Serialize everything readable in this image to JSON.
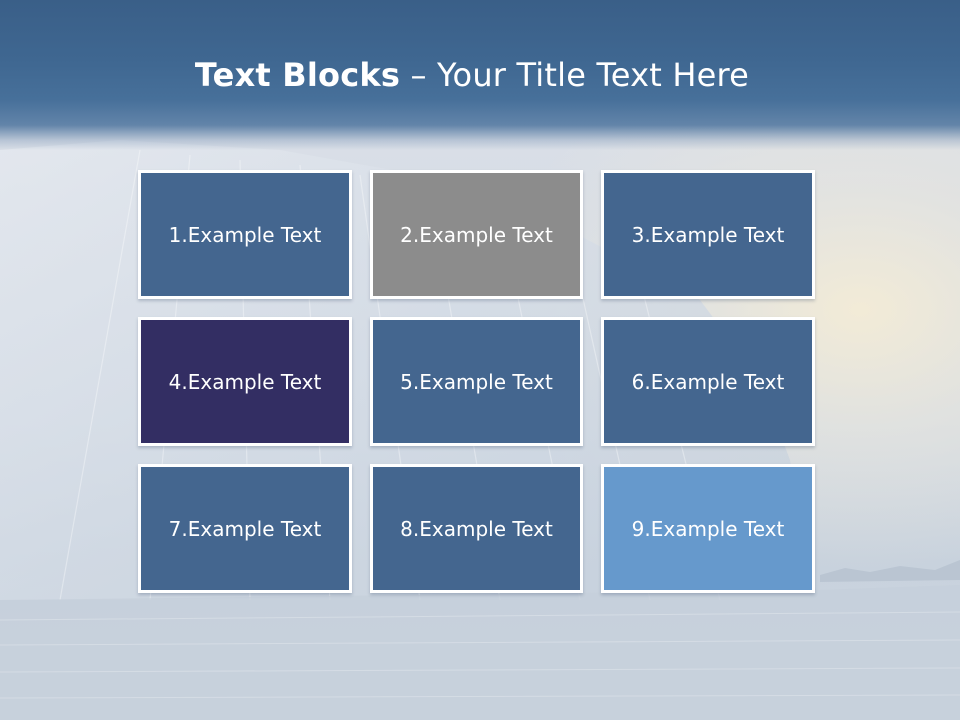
{
  "title": {
    "bold": "Text Blocks",
    "rest": " – Your Title Text Here"
  },
  "blocks": [
    {
      "label": "1.Example Text",
      "color": "#44668f"
    },
    {
      "label": "2.Example Text",
      "color": "#8c8c8c"
    },
    {
      "label": "3.Example Text",
      "color": "#44668f"
    },
    {
      "label": "4.Example Text",
      "color": "#332e63"
    },
    {
      "label": "5.Example Text",
      "color": "#44668f"
    },
    {
      "label": "6.Example Text",
      "color": "#44668f"
    },
    {
      "label": "7.Example Text",
      "color": "#44668f"
    },
    {
      "label": "8.Example Text",
      "color": "#44668f"
    },
    {
      "label": "9.Example Text",
      "color": "#6699cc"
    }
  ]
}
